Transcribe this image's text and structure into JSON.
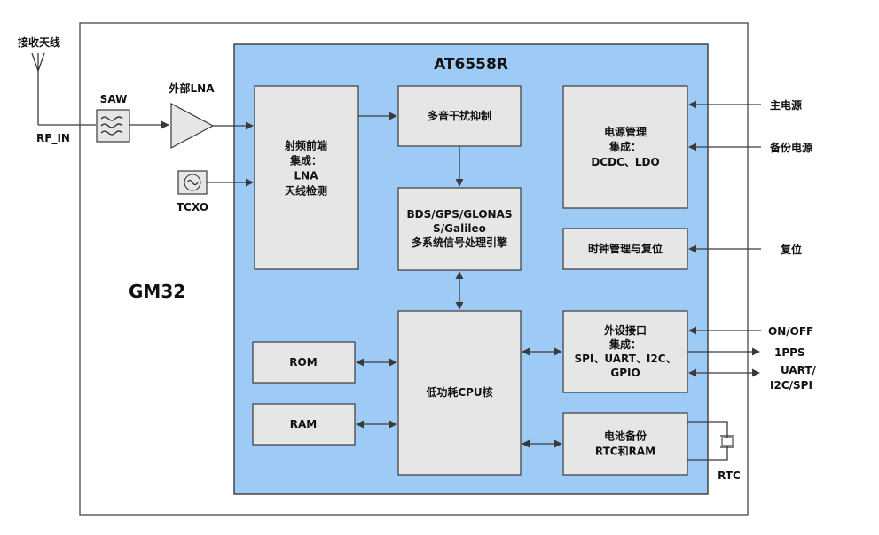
{
  "board_label": "GM32",
  "chip_label": "AT6558R",
  "external": {
    "antenna": "接收天线",
    "rf_in": "RF_IN",
    "saw": "SAW",
    "ext_lna": "外部LNA",
    "tcxo": "TCXO",
    "main_power": "主电源",
    "backup_power": "备份电源",
    "reset": "复位",
    "on_off": "ON/OFF",
    "pps": "1PPS",
    "uart_line1": "UART/",
    "uart_line2": "I2C/SPI",
    "rtc": "RTC"
  },
  "blocks": {
    "rf_frontend": [
      "射频前端",
      "集成：",
      "LNA",
      "天线检测"
    ],
    "interference": [
      "多音干扰抑制"
    ],
    "engine": [
      "BDS/GPS/GLONAS",
      "S/Galileo",
      "多系统信号处理引擎"
    ],
    "power_mgmt": [
      "电源管理",
      "集成：",
      "DCDC、LDO"
    ],
    "clock_reset": [
      "时钟管理与复位"
    ],
    "peripheral": [
      "外设接口",
      "集成：",
      "SPI、UART、I2C、",
      "GPIO"
    ],
    "rom": [
      "ROM"
    ],
    "ram": [
      "RAM"
    ],
    "cpu": [
      "低功耗CPU核"
    ],
    "battery": [
      "电池备份",
      "RTC和RAM"
    ]
  }
}
